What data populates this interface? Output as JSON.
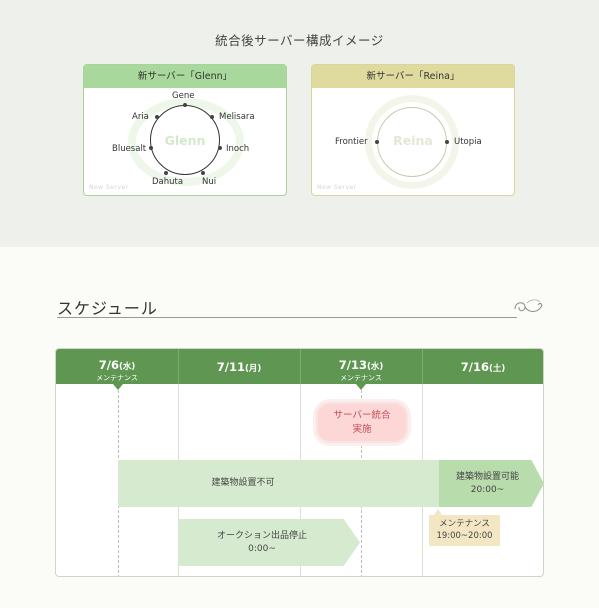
{
  "composition": {
    "title": "統合後サーバー構成イメージ",
    "glenn": {
      "header": "新サーバー「Glenn」",
      "center": "Glenn",
      "worlds": [
        "Gene",
        "Melisara",
        "Inoch",
        "Nui",
        "Dahuta",
        "Bluesalt",
        "Aria"
      ],
      "footer": "New Server"
    },
    "reina": {
      "header": "新サーバー「Reina」",
      "center": "Reina",
      "worlds": [
        "Frontier",
        "Utopia"
      ],
      "footer": "New Server"
    }
  },
  "schedule": {
    "title": "スケジュール",
    "columns": [
      {
        "date": "7/6",
        "weekday": "(水)",
        "sub": "メンテナンス"
      },
      {
        "date": "7/11",
        "weekday": "(月)",
        "sub": ""
      },
      {
        "date": "7/13",
        "weekday": "(水)",
        "sub": "メンテナンス"
      },
      {
        "date": "7/16",
        "weekday": "(土)",
        "sub": ""
      }
    ],
    "merge_label": [
      "サーバー統合",
      "実施"
    ],
    "build_disabled": "建築物設置不可",
    "build_enabled": [
      "建築物設置可能",
      "20:00~"
    ],
    "auction_stop": [
      "オークション出品停止",
      "0:00~"
    ],
    "maintenance_note": [
      "メンテナンス",
      "19:00~20:00"
    ]
  },
  "colors": {
    "header_green": "#5f9651",
    "glenn_accent": "#a9d89c",
    "reina_accent": "#dfdb9e",
    "bar_light": "#d6eacf",
    "bar_mid": "#b9dcad",
    "merge_pink": "#fdd6d6",
    "merge_text": "#c0505a",
    "maintenance_note": "#f3e6c3"
  }
}
